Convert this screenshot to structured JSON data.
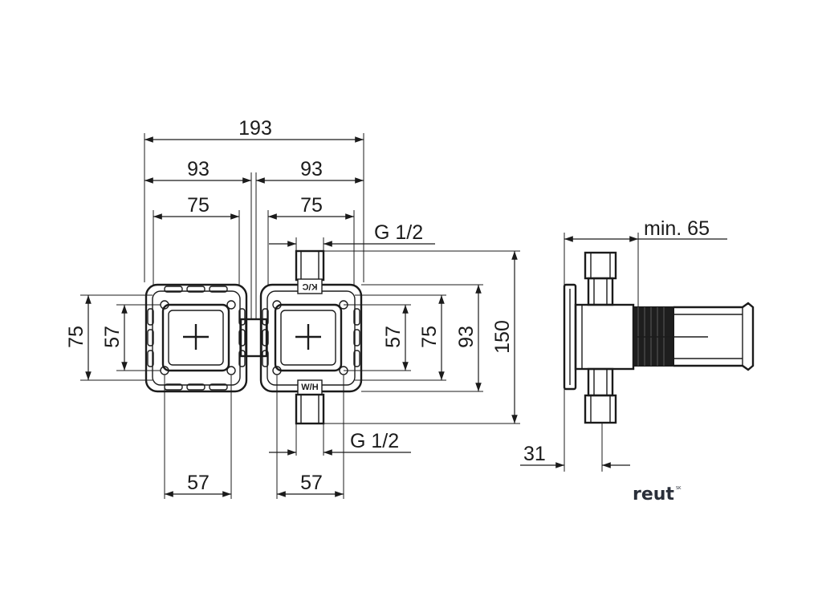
{
  "dimensions": {
    "overall_width": "193",
    "left_half_width": "93",
    "right_half_width": "93",
    "left_inner_width": "75",
    "right_inner_width": "75",
    "top_thread": "G 1/2",
    "bottom_thread": "G 1/2",
    "left_height_75": "75",
    "left_height_57": "57",
    "right_height_57": "57",
    "right_height_75": "75",
    "right_height_93": "93",
    "overall_height": "150",
    "bottom_left_57": "57",
    "bottom_right_57": "57",
    "side_depth": "min. 65",
    "side_offset": "31"
  },
  "port_labels": {
    "cold": "K/C",
    "hot": "W/H"
  },
  "brand": {
    "name": "reut",
    "suffix": "SK"
  }
}
